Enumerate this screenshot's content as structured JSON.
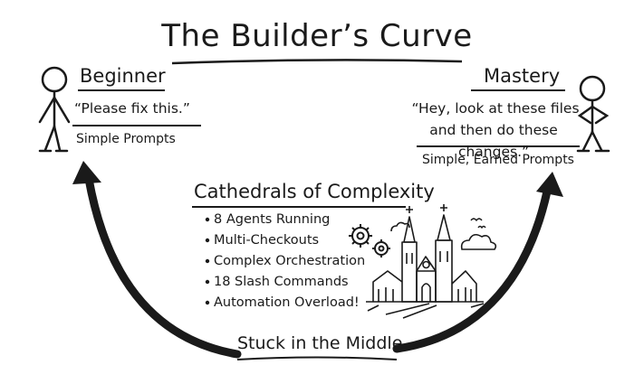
{
  "title": "The Builder’s Curve",
  "beginner": {
    "heading": "Beginner",
    "quote": "“Please fix this.”",
    "caption": "Simple Prompts"
  },
  "mastery": {
    "heading": "Mastery",
    "quote_line1": "“Hey, look at these files",
    "quote_line2": "and then do these changes.”",
    "caption": "Simple, Earned Prompts"
  },
  "middle": {
    "heading": "Cathedrals of Complexity",
    "items": [
      "8 Agents Running",
      "Multi-Checkouts",
      "Complex Orchestration",
      "18 Slash Commands",
      "Automation Overload!"
    ],
    "bottom_label": "Stuck in the Middle"
  },
  "icons": [
    "stick-figure-icon",
    "gear-icon",
    "cathedral-icon",
    "cloud-icon",
    "bird-icon",
    "arrow-icon"
  ]
}
